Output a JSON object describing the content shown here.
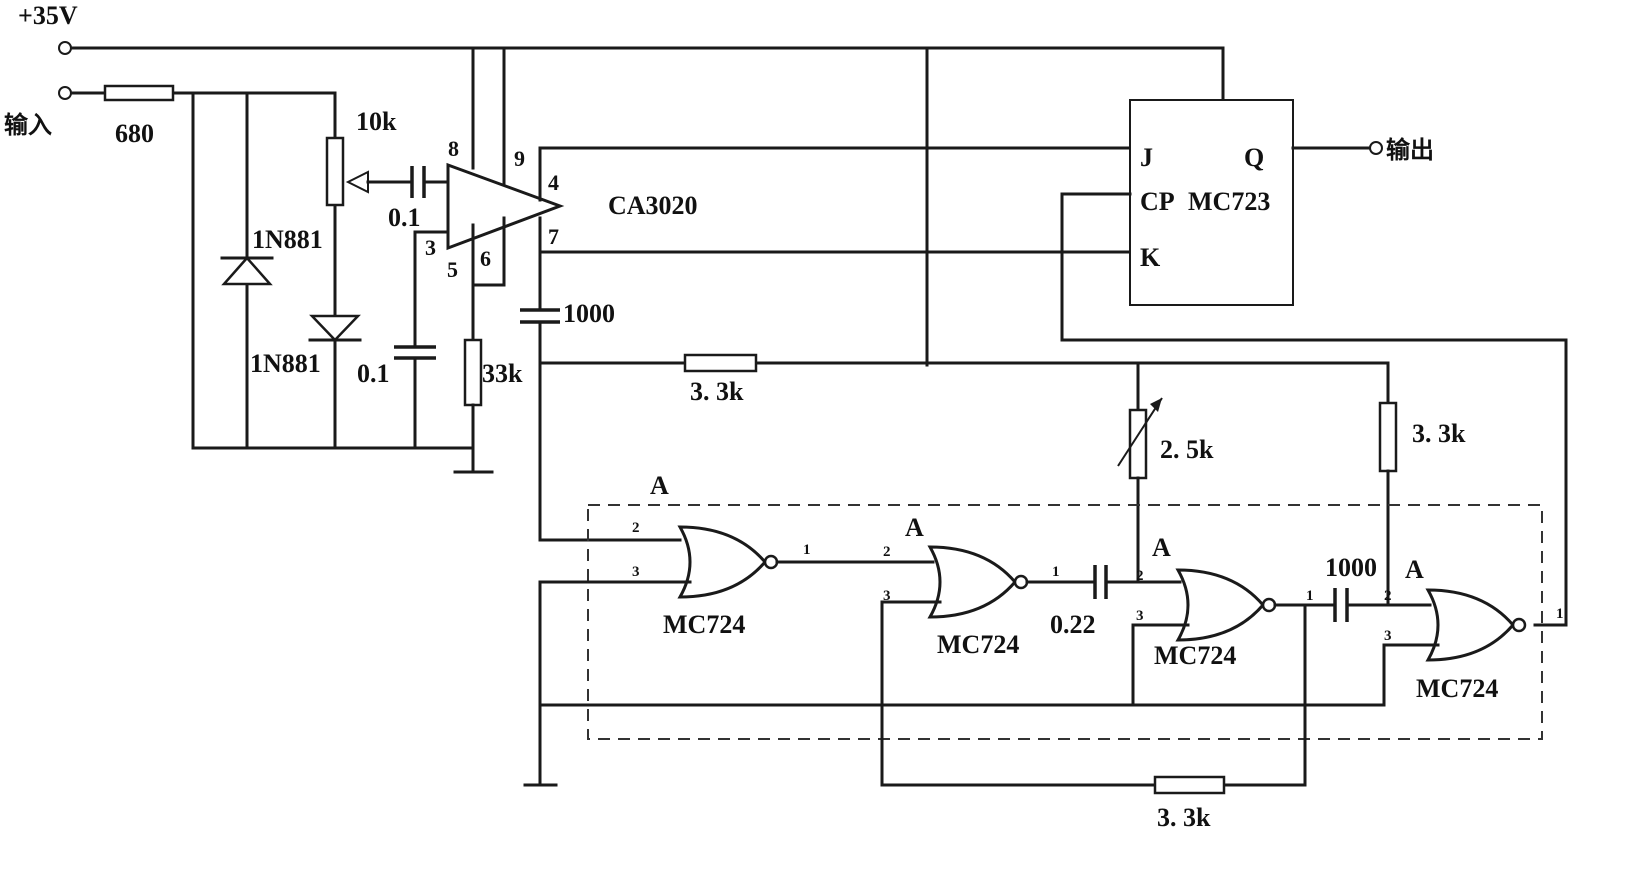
{
  "supply": {
    "label": "+35V"
  },
  "input": {
    "label": "输入",
    "resistor": "680"
  },
  "output": {
    "label": "输出"
  },
  "diodes": {
    "d1": "1N881",
    "d2": "1N881"
  },
  "pot": {
    "label": "10k"
  },
  "caps": {
    "c_in": "0.1",
    "c_bias": "0.1",
    "c_comp": "1000",
    "c_timing": "0.22",
    "c_couple": "1000"
  },
  "amp": {
    "label": "CA3020",
    "pins": {
      "p8": "8",
      "p9": "9",
      "p4": "4",
      "p7": "7",
      "p3": "3",
      "p5": "5",
      "p6": "6"
    }
  },
  "resistors": {
    "r33k": "33k",
    "r33a": "3. 3k",
    "r25k": "2. 5k",
    "r33b": "3. 3k",
    "r33c": "3. 3k"
  },
  "flipflop": {
    "label": "MC723",
    "j": "J",
    "q": "Q",
    "cp": "CP",
    "k": "K"
  },
  "gates": [
    {
      "label": "MC724",
      "in_a": "2",
      "in_b": "3",
      "out": "1",
      "tag": "A"
    },
    {
      "label": "MC724",
      "in_a": "2",
      "in_b": "3",
      "out": "1",
      "tag": "A"
    },
    {
      "label": "MC724",
      "in_a": "2",
      "in_b": "3",
      "out": "1",
      "tag": "A"
    },
    {
      "label": "MC724",
      "in_a": "2",
      "in_b": "3",
      "out": "1",
      "tag": "A"
    }
  ]
}
